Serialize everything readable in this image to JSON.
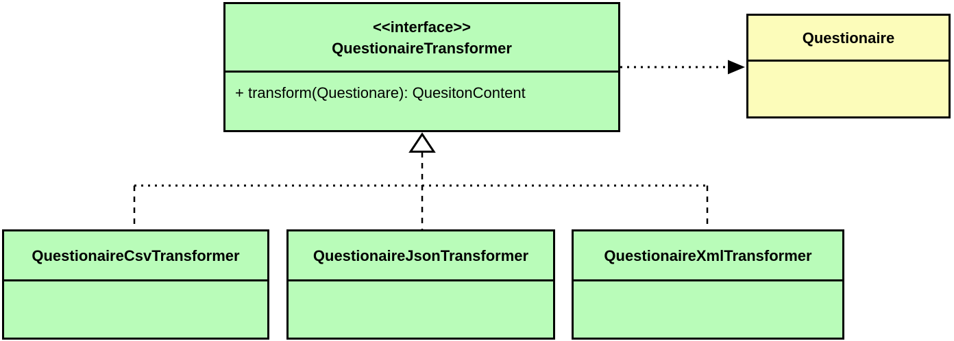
{
  "colors": {
    "class_fill_green": "#b9fcb9",
    "class_fill_yellow": "#fcfcba",
    "line": "#000000"
  },
  "interface_box": {
    "stereotype": "<<interface>>",
    "name": "QuestionaireTransformer",
    "method": "+ transform(Questionare): QuesitonContent"
  },
  "questionaire_box": {
    "name": "Questionaire"
  },
  "implementations": [
    {
      "name": "QuestionaireCsvTransformer"
    },
    {
      "name": "QuestionaireJsonTransformer"
    },
    {
      "name": "QuestionaireXmlTransformer"
    }
  ],
  "relations": [
    {
      "type": "dependency",
      "from": "QuestionaireTransformer",
      "to": "Questionaire",
      "line_style": "dotted",
      "arrowhead": "filled-triangle"
    },
    {
      "type": "realization",
      "from": [
        "QuestionaireCsvTransformer",
        "QuestionaireJsonTransformer",
        "QuestionaireXmlTransformer"
      ],
      "to": "QuestionaireTransformer",
      "line_style": "dashed",
      "arrowhead": "hollow-triangle"
    }
  ]
}
